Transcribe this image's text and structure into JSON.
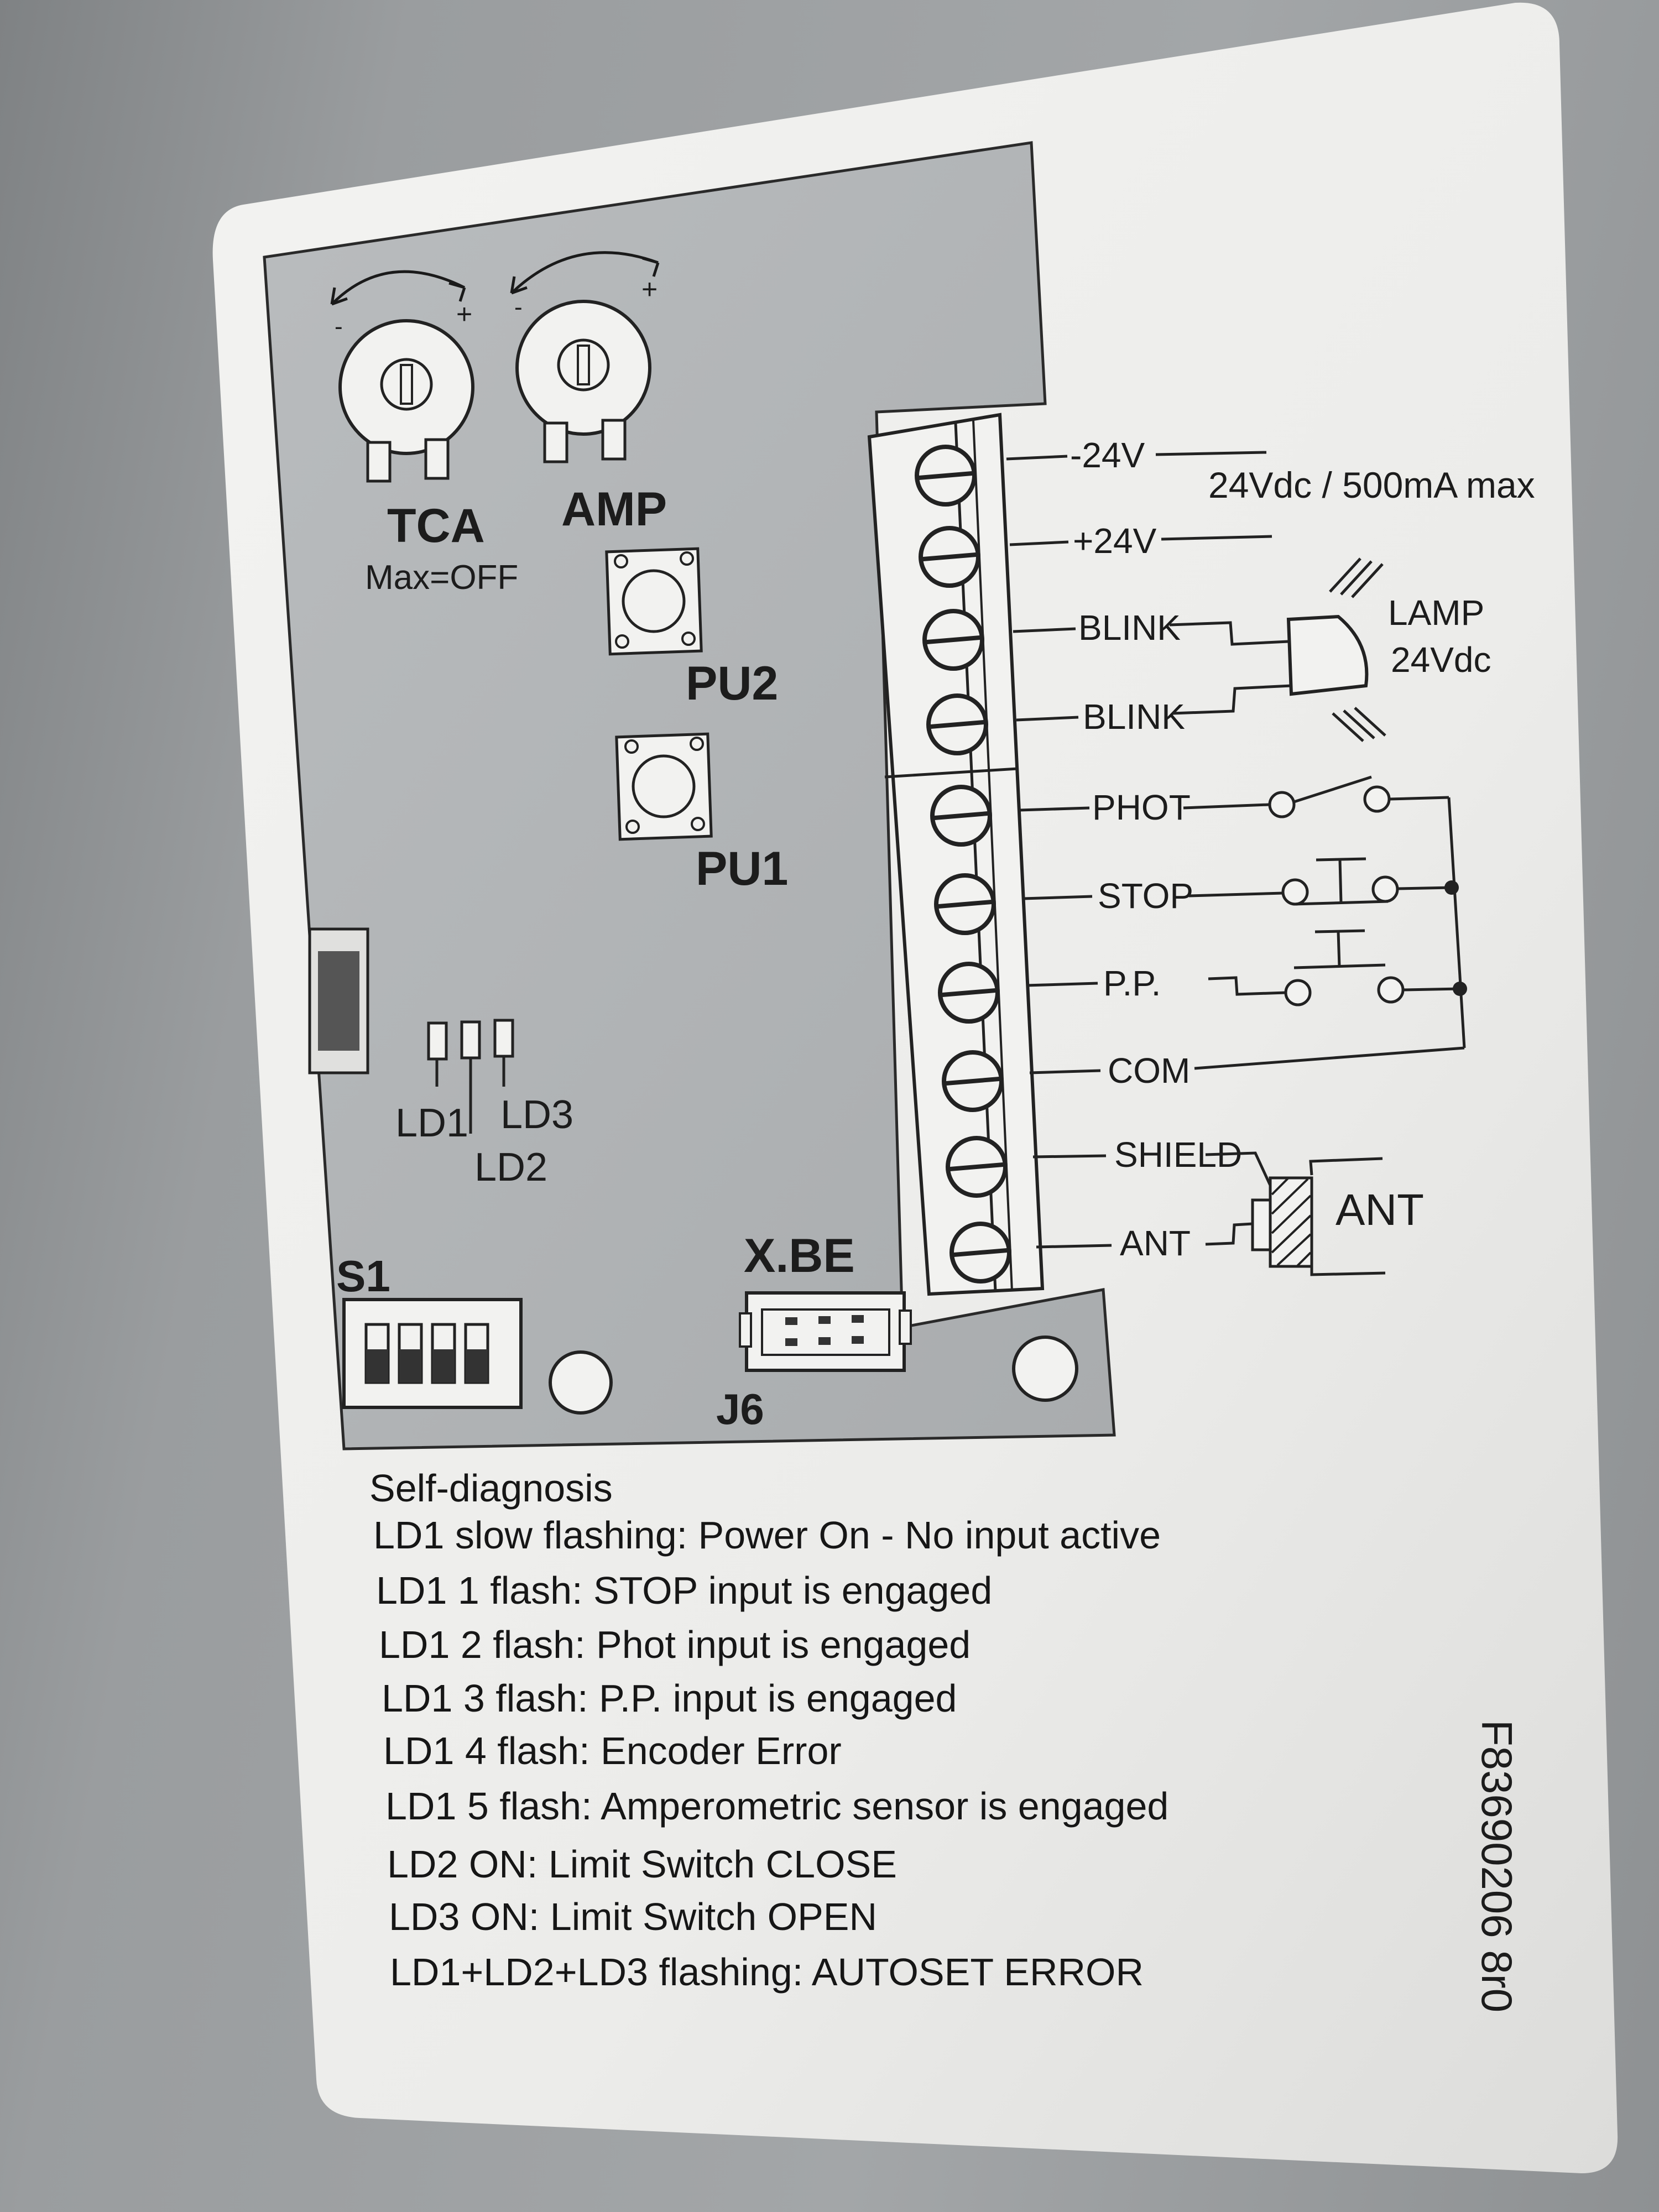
{
  "board": {
    "pots": [
      {
        "name": "TCA",
        "minus": "-",
        "plus": "+",
        "note": "Max=OFF"
      },
      {
        "name": "AMP",
        "minus": "-",
        "plus": "+"
      }
    ],
    "buttons": [
      "PU2",
      "PU1"
    ],
    "leds": {
      "ld1": "LD1",
      "ld2": "LD2",
      "ld3": "LD3"
    },
    "dip_switch": "S1",
    "connector": {
      "name": "X.BE",
      "id": "J6"
    }
  },
  "terminals": {
    "labels": [
      "-24V",
      "+24V",
      "BLINK",
      "BLINK",
      "PHOT",
      "STOP",
      "P.P.",
      "COM",
      "SHIELD",
      "ANT"
    ],
    "power_note": "24Vdc / 500mA max",
    "lamp": {
      "name": "LAMP",
      "voltage": "24Vdc"
    },
    "antenna": "ANT"
  },
  "self_diagnosis": {
    "title": "Self-diagnosis",
    "lines": [
      "LD1 slow flashing: Power On - No input active",
      "LD1 1 flash: STOP input is engaged",
      "LD1 2 flash: Phot input is engaged",
      "LD1 3 flash: P.P. input is engaged",
      "LD1 4 flash: Encoder Error",
      "LD1 5 flash: Amperometric sensor is engaged",
      "LD2 ON: Limit Switch CLOSE",
      "LD3 ON: Limit Switch OPEN",
      "LD1+LD2+LD3 flashing: AUTOSET ERROR"
    ]
  },
  "part_code": "F83690206 8r0"
}
